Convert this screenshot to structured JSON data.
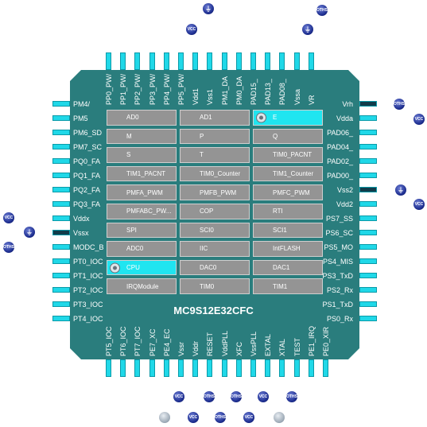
{
  "chip": {
    "name": "MC9S12E32CFC"
  },
  "pins": {
    "top": [
      "PP0_PW/",
      "PP1_PW/",
      "PP2_PW/",
      "PP3_PW/",
      "PP4_PW/",
      "PP5_PW/",
      "Vdd1",
      "Vss1",
      "PM1_DA",
      "PM0_DA",
      "PAD15_",
      "PAD13_",
      "PAD08_",
      "Vssa",
      "VR"
    ],
    "left": [
      "PM4/",
      "PM5",
      "PM6_SD",
      "PM7_SC",
      "PQ0_FA",
      "PQ1_FA",
      "PQ2_FA",
      "PQ3_FA",
      "Vddx",
      "Vssx",
      "MODC_B",
      "PT0_IOC",
      "PT1_IOC",
      "PT2_IOC",
      "PT3_IOC",
      "PT4_IOC"
    ],
    "right": [
      "Vrh",
      "Vdda",
      "PAD06_",
      "PAD04_",
      "PAD02_",
      "PAD00_",
      "Vss2",
      "Vdd2",
      "PS7_SS",
      "PS6_SC",
      "PS5_MO",
      "PS4_MIS",
      "PS3_TxD",
      "PS2_Rx",
      "PS1_TxD",
      "PS0_Rx"
    ],
    "bottom": [
      "PT5_IOC",
      "PT6_IOC",
      "PT7_IOC",
      "PE7_XC",
      "PE4_EC",
      "Vssr",
      "Vddr",
      "RESET",
      "VddPLL",
      "XFC",
      "VssPLL",
      "EXTAL",
      "XTAL",
      "TEST",
      "PE1_IRQ",
      "PE0_XIR"
    ]
  },
  "modules": [
    [
      "AD0",
      "AD1",
      "E"
    ],
    [
      "M",
      "P",
      "Q"
    ],
    [
      "S",
      "T",
      "TIM0_PACNT"
    ],
    [
      "TIM1_PACNT",
      "TIM0_Counter",
      "TIM1_Counter"
    ],
    [
      "PMFA_PWM",
      "PMFB_PWM",
      "PMFC_PWM"
    ],
    [
      "PMFABC_PW...",
      "COP",
      "RTI"
    ],
    [
      "SPI",
      "SCI0",
      "SCI1"
    ],
    [
      "ADC0",
      "IIC",
      "IntFLASH"
    ],
    [
      "CPU",
      "DAC0",
      "DAC1"
    ],
    [
      "IRQModule",
      "TIM0",
      "TIM1"
    ]
  ],
  "highlighted_modules": [
    "E",
    "CPU"
  ],
  "markers": {
    "vcc": "VCC",
    "oths": "OTHS"
  }
}
